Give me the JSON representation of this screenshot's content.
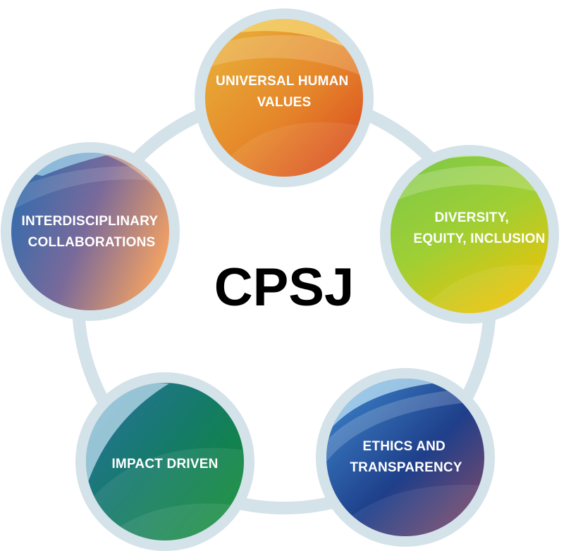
{
  "title": "CPSJ",
  "nodes": [
    {
      "id": "universal-human-values",
      "lines": [
        "UNIVERSAL HUMAN",
        "VALUES"
      ]
    },
    {
      "id": "diversity-equity-inclusion",
      "lines": [
        "DIVERSITY,",
        "EQUITY, INCLUSION"
      ]
    },
    {
      "id": "ethics-and-transparency",
      "lines": [
        "ETHICS AND",
        "TRANSPARENCY"
      ]
    },
    {
      "id": "impact-driven",
      "lines": [
        "IMPACT DRIVEN"
      ]
    },
    {
      "id": "interdisciplinary-collaborations",
      "lines": [
        "INTERDISCIPLINARY",
        "COLLABORATIONS"
      ]
    }
  ],
  "colors": {
    "ring": "#d3e1e8",
    "universal_start": "#f3c13a",
    "universal_end": "#de4d22",
    "diversity_start": "#a6dc5a",
    "diversity_end": "#e2c20e",
    "ethics_start": "#3a82c8",
    "ethics_end": "#8a4a6a",
    "impact_start": "#1e6fa0",
    "impact_end": "#118a3a",
    "inter_start": "#2d6fae",
    "inter_end": "#f2a66a"
  }
}
